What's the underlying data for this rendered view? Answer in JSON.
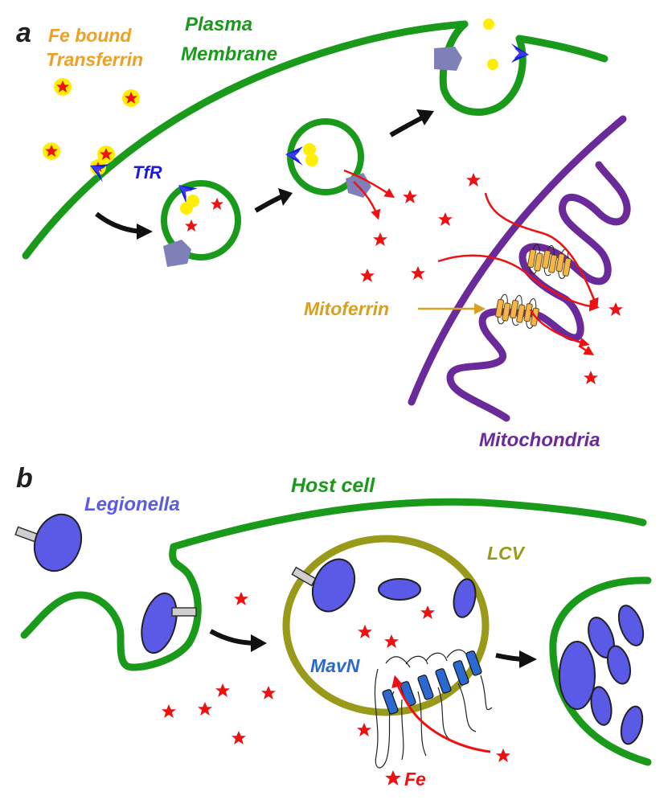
{
  "panel_a": {
    "letter": "a",
    "labels": {
      "fe_bound_1": "Fe bound",
      "fe_bound_2": "Transferrin",
      "plasma_1": "Plasma",
      "plasma_2": "Membrane",
      "tfr": "TfR",
      "mitoferrin": "Mitoferrin",
      "mitochondria": "Mitochondria"
    }
  },
  "panel_b": {
    "letter": "b",
    "labels": {
      "legionella": "Legionella",
      "host_cell": "Host cell",
      "lcv": "LCV",
      "mavn": "MavN",
      "fe": "Fe"
    }
  },
  "colors": {
    "membrane_green": "#1a9a1a",
    "transferrin_orange": "#f0a020",
    "tfr_blue": "#1a1adc",
    "mito_purple": "#6a2a9a",
    "bacteria_blue": "#5a5ae6",
    "lcv_olive": "#9a9a1a",
    "mavn_blue": "#2a6ad0",
    "iron_red": "#ee1111",
    "fe_yellow": "#ffee00",
    "vesicle_protein": "#8080b8"
  }
}
